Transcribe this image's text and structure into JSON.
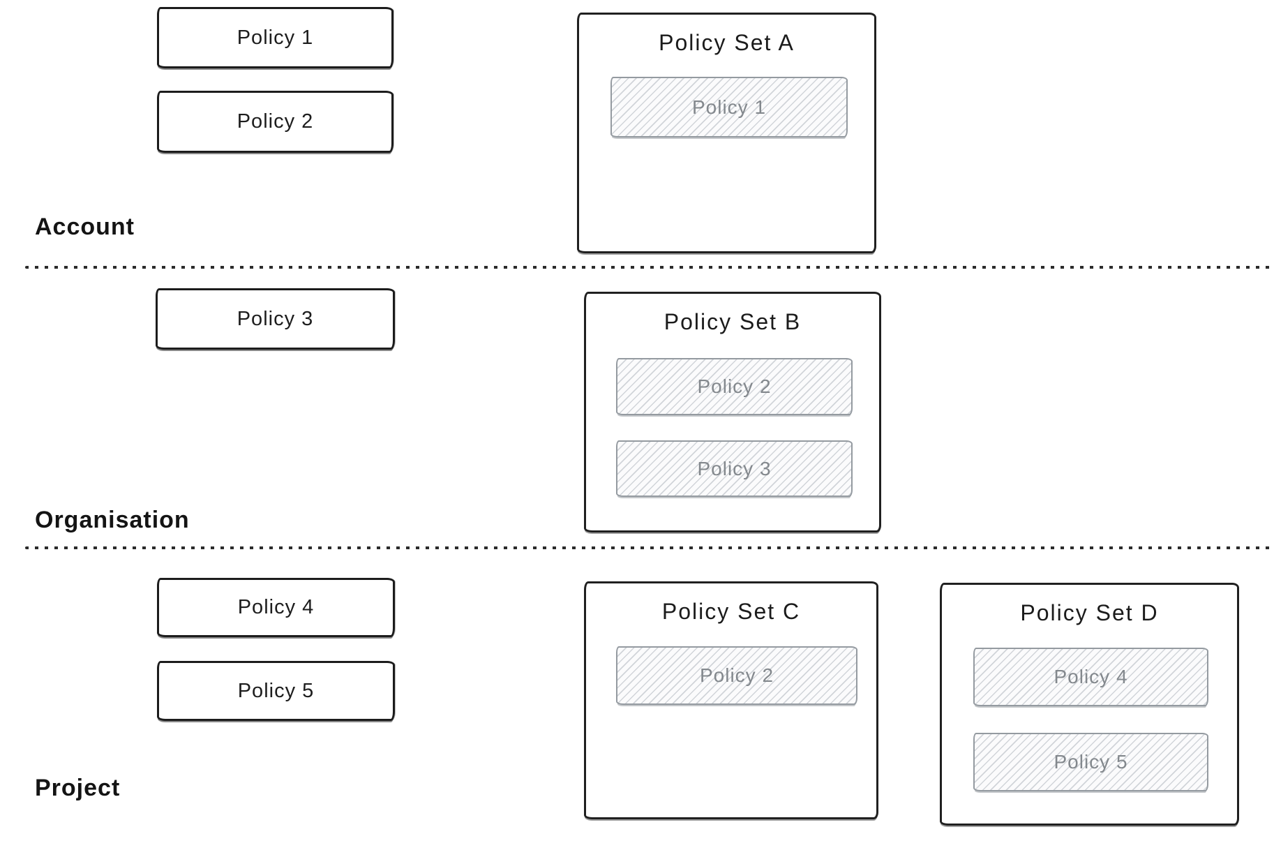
{
  "sections": [
    {
      "label": "Account",
      "policies": [
        "Policy 1",
        "Policy 2"
      ],
      "policy_sets": [
        {
          "title": "Policy Set A",
          "attached": [
            "Policy 1"
          ]
        }
      ]
    },
    {
      "label": "Organisation",
      "policies": [
        "Policy 3"
      ],
      "policy_sets": [
        {
          "title": "Policy Set B",
          "attached": [
            "Policy 2",
            "Policy 3"
          ]
        }
      ]
    },
    {
      "label": "Project",
      "policies": [
        "Policy 4",
        "Policy 5"
      ],
      "policy_sets": [
        {
          "title": "Policy Set C",
          "attached": [
            "Policy 2"
          ]
        },
        {
          "title": "Policy Set D",
          "attached": [
            "Policy 4",
            "Policy 5"
          ]
        }
      ]
    }
  ],
  "colors": {
    "ink": "#1c1c1c",
    "hatch_border": "#949aa0",
    "hatch_text": "#83888d",
    "divider": "#2b2b2b",
    "background": "#ffffff"
  }
}
